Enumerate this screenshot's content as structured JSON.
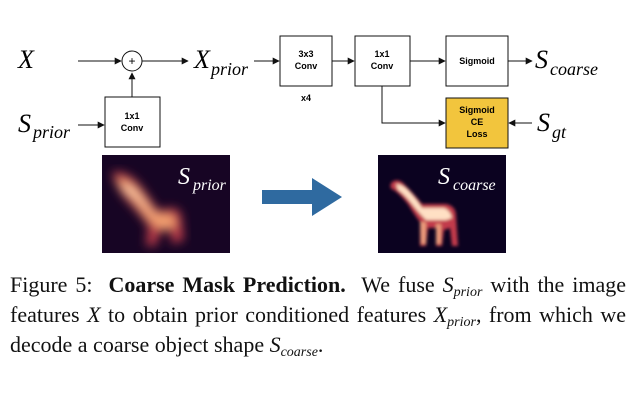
{
  "diagram": {
    "nodes": {
      "x_input": {
        "symbol": "X"
      },
      "s_prior_input": {
        "symbol": "S",
        "sub": "prior"
      },
      "plus": {
        "label": "+"
      },
      "x_prior": {
        "symbol": "X",
        "sub": "prior"
      },
      "conv1x1_left": {
        "line1": "1x1",
        "line2": "Conv"
      },
      "conv3x3": {
        "line1": "3x3",
        "line2": "Conv",
        "repeat": "x4"
      },
      "conv1x1_right": {
        "line1": "1x1",
        "line2": "Conv"
      },
      "sigmoid": {
        "label": "Sigmoid"
      },
      "loss": {
        "line1": "Sigmoid",
        "line2": "CE",
        "line3": "Loss"
      },
      "s_coarse_output": {
        "symbol": "S",
        "sub": "coarse"
      },
      "s_gt": {
        "symbol": "S",
        "sub": "gt"
      }
    },
    "images": {
      "prior_heatmap": {
        "symbol": "S",
        "sub": "prior"
      },
      "coarse_heatmap": {
        "symbol": "S",
        "sub": "coarse"
      }
    },
    "colors": {
      "loss_fill": "#f2c53d",
      "big_arrow": "#2f6aa0",
      "heatmap_bg": "#0b0220"
    }
  },
  "caption": {
    "figure_label": "Figure 5:",
    "title": "Coarse Mask Prediction.",
    "p1": "We fuse",
    "s1": "S",
    "s1_sub": "prior",
    "p2": "with the image features",
    "x1": "X",
    "p3": "to obtain prior conditioned features",
    "x2": "X",
    "x2_sub": "prior",
    "p4": ", from which we decode a coarse object shape",
    "s2": "S",
    "s2_sub": "coarse",
    "p5": "."
  }
}
